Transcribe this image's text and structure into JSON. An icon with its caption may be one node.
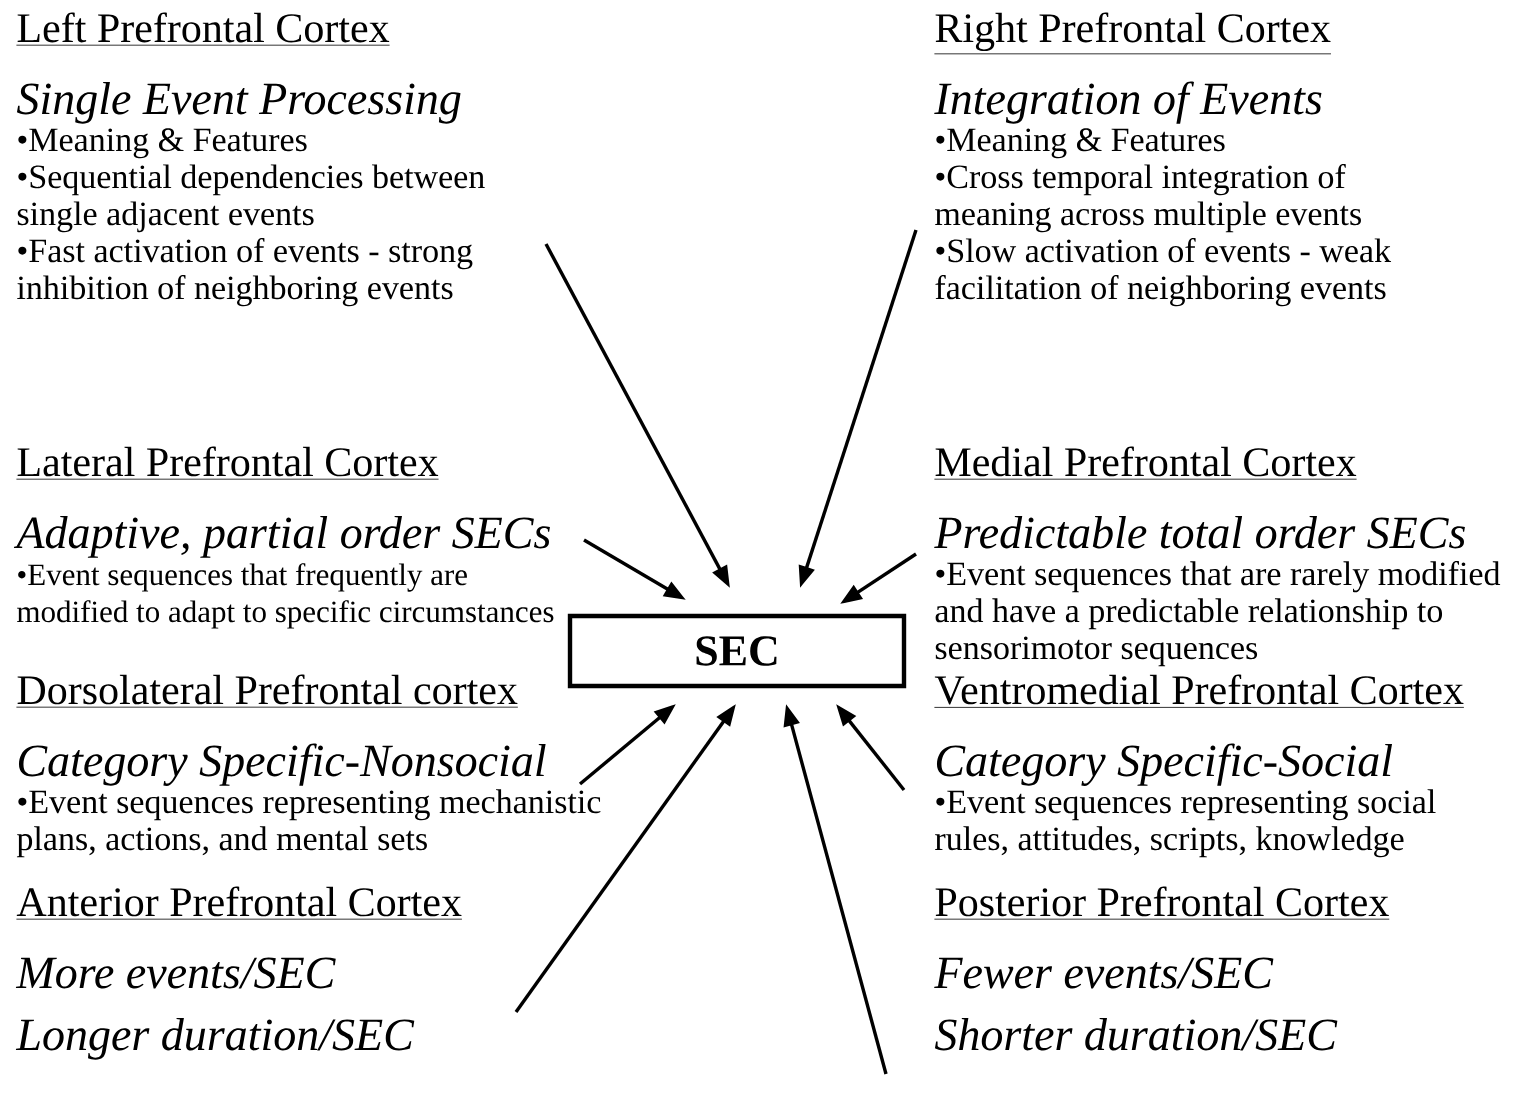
{
  "diagram": {
    "nodes": [
      {
        "text": [
          "SEC"
        ]
      },
      {
        "text": [
          "Left Prefrontal Cortex",
          "Single Event Processing",
          "•Meaning & Features",
          "•Sequential dependencies between single adjacent events",
          "•Fast activation of events - strong inhibition of neighboring events"
        ]
      },
      {
        "text": [
          "Right Prefrontal Cortex",
          "Integration of Events",
          "•Meaning & Features",
          "•Cross temporal integration of meaning across multiple events",
          "•Slow activation of events - weak facilitation of neighboring events"
        ]
      },
      {
        "text": [
          "Lateral Prefrontal Cortex",
          "Adaptive, partial order SECs",
          "•Event sequences that frequently are modified to adapt to specific circumstances"
        ]
      },
      {
        "text": [
          "Medial Prefrontal Cortex",
          "Predictable total order SECs",
          "•Event sequences that are rarely modified and have a predictable relationship to sensorimotor sequences"
        ]
      },
      {
        "text": [
          "Dorsolateral Prefrontal cortex",
          "Category Specific-Nonsocial",
          "•Event sequences representing mechanistic plans, actions, and mental sets"
        ]
      },
      {
        "text": [
          "Ventromedial Prefrontal Cortex",
          "Category Specific-Social",
          "•Event sequences representing social rules, attitudes, scripts, knowledge"
        ]
      },
      {
        "text": [
          "Anterior Prefrontal Cortex",
          "More events/SEC",
          "Longer duration/SEC"
        ]
      },
      {
        "text": [
          "Posterior Prefrontal Cortex",
          "Fewer events/SEC",
          "Shorter duration/SEC"
        ]
      }
    ],
    "edges": [
      {
        "from": 1,
        "to": 0,
        "arrow": "to"
      },
      {
        "from": 2,
        "to": 0,
        "arrow": "to"
      },
      {
        "from": 3,
        "to": 0,
        "arrow": "to"
      },
      {
        "from": 4,
        "to": 0,
        "arrow": "to"
      },
      {
        "from": 5,
        "to": 0,
        "arrow": "to"
      },
      {
        "from": 6,
        "to": 0,
        "arrow": "to"
      },
      {
        "from": 7,
        "to": 0,
        "arrow": "to"
      },
      {
        "from": 8,
        "to": 0,
        "arrow": "to"
      }
    ]
  }
}
